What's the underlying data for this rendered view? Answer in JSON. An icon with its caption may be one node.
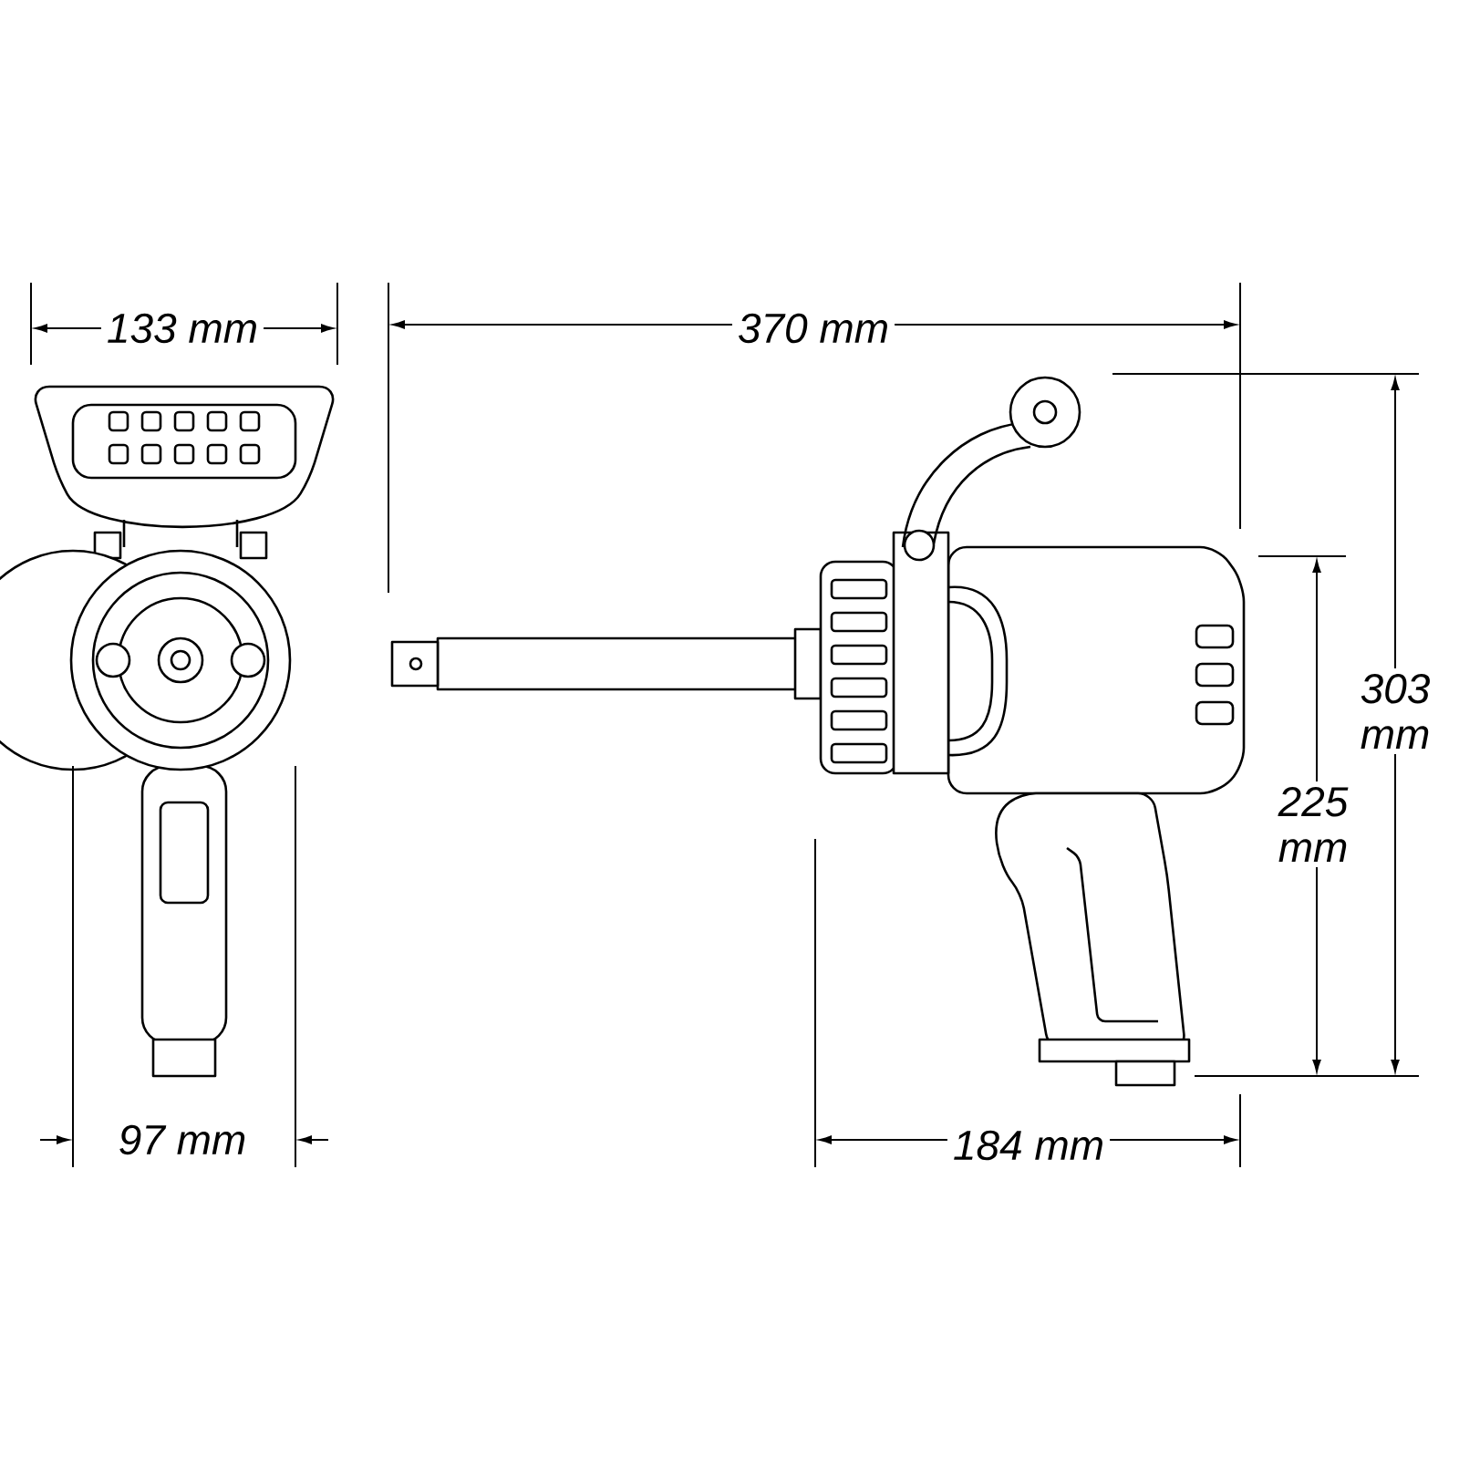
{
  "diagram": {
    "labels": [
      "133 mm",
      "370 mm",
      "303 mm",
      "225 mm",
      "97 mm",
      "184 mm"
    ]
  }
}
